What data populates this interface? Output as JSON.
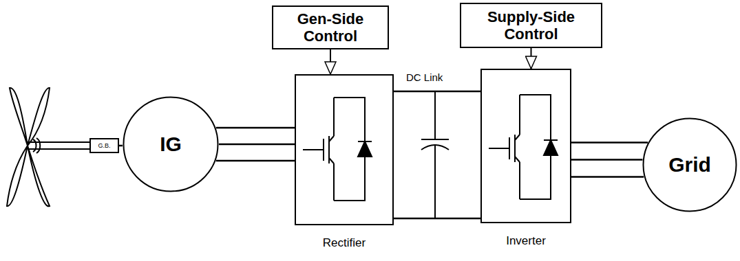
{
  "diagram": {
    "nodes": [
      {
        "text": [
          "Gen-Side Control"
        ]
      },
      {
        "text": [
          "Supply-Side Control"
        ]
      },
      {
        "text": [
          "G.B."
        ]
      },
      {
        "text": [
          "IG"
        ]
      },
      {
        "text": [
          "Rectifier"
        ]
      },
      {
        "text": [
          "Inverter"
        ]
      },
      {
        "text": [
          "Grid"
        ]
      }
    ],
    "edges": [
      {
        "from": 0,
        "to": 4,
        "arrow": "to"
      },
      {
        "from": 1,
        "to": 5,
        "arrow": "to"
      },
      {
        "from": 2,
        "to": 3,
        "arrow": "none"
      },
      {
        "from": 3,
        "to": 4,
        "arrow": "none"
      },
      {
        "from": 4,
        "to": 5,
        "arrow": "none"
      },
      {
        "from": 5,
        "to": 6,
        "arrow": "none"
      }
    ],
    "labels": [
      "DC Link"
    ]
  }
}
